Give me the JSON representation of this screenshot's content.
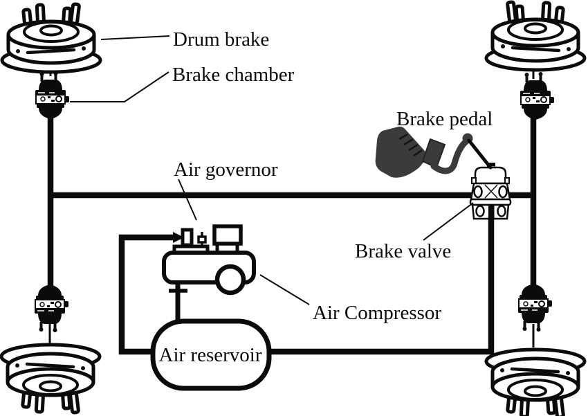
{
  "diagram": {
    "description": "Air brake system schematic",
    "components": [
      {
        "id": "drum-brake",
        "label": "Drum brake"
      },
      {
        "id": "brake-chamber",
        "label": "Brake chamber"
      },
      {
        "id": "air-governor",
        "label": "Air governor"
      },
      {
        "id": "brake-pedal",
        "label": "Brake pedal"
      },
      {
        "id": "brake-valve",
        "label": "Brake valve"
      },
      {
        "id": "air-compressor",
        "label": "Air Compressor"
      },
      {
        "id": "air-reservoir",
        "label": "Air reservoir"
      }
    ],
    "colors": {
      "ink": "#0b0b0b",
      "pedal_gray": "#3b3b3d",
      "background": "#ffffff"
    }
  }
}
